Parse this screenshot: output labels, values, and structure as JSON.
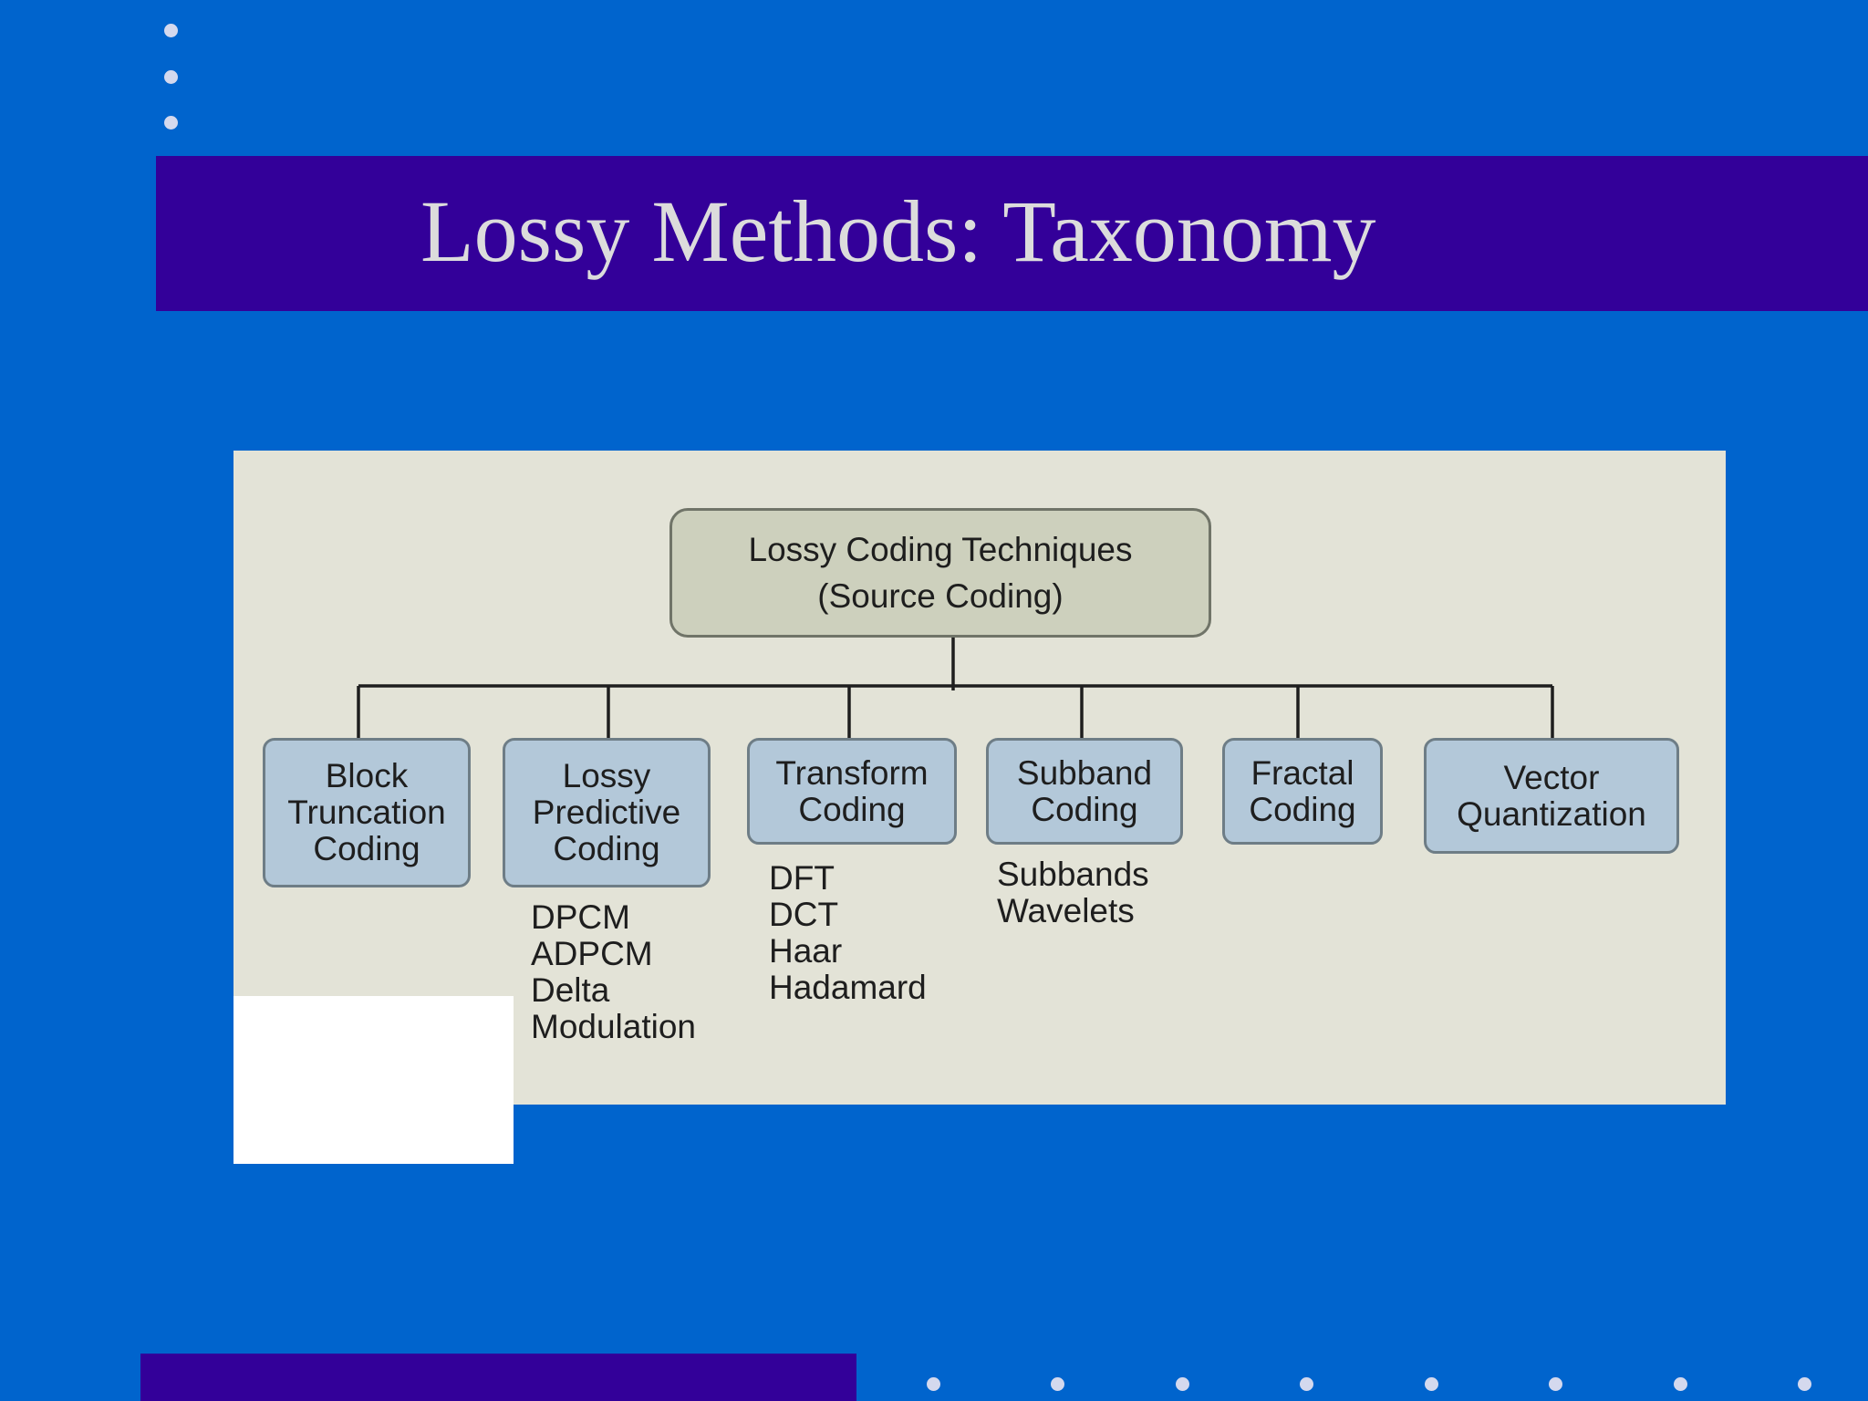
{
  "slide": {
    "title": "Lossy Methods: Taxonomy"
  },
  "colors": {
    "background": "#0064cd",
    "band": "#330099",
    "title_text": "#dcdcdc",
    "panel": "#e3e3d7",
    "root_box": "#cdd0bd",
    "child_box": "#b3c8d9",
    "decor_dots": "#d4d9ee"
  },
  "diagram": {
    "root": {
      "label": "Lossy Coding Techniques\n(Source Coding)"
    },
    "children": [
      {
        "label": "Block\nTruncation\nCoding",
        "items": []
      },
      {
        "label": "Lossy\nPredictive\nCoding",
        "items": [
          "DPCM",
          "ADPCM",
          "Delta",
          "Modulation"
        ]
      },
      {
        "label": "Transform\nCoding",
        "items": [
          "DFT",
          "DCT",
          "Haar",
          "Hadamard"
        ]
      },
      {
        "label": "Subband\nCoding",
        "items": [
          "Subbands",
          "Wavelets"
        ]
      },
      {
        "label": "Fractal\nCoding",
        "items": []
      },
      {
        "label": "Vector\nQuantization",
        "items": []
      }
    ]
  }
}
